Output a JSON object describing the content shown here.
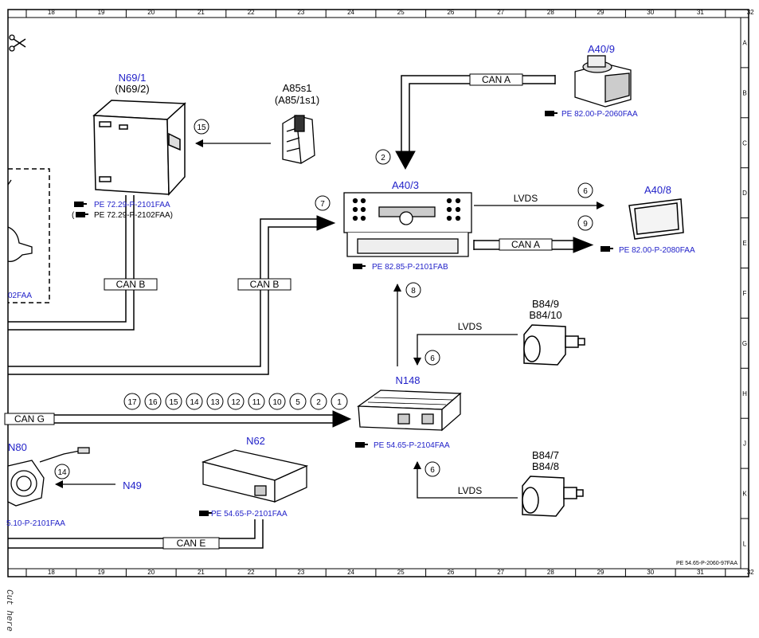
{
  "grid": {
    "columns": [
      "18",
      "19",
      "20",
      "21",
      "22",
      "23",
      "24",
      "25",
      "26",
      "27",
      "28",
      "29",
      "30",
      "31",
      "32"
    ],
    "rows": [
      "A",
      "B",
      "C",
      "D",
      "E",
      "F",
      "G",
      "H",
      "J",
      "K",
      "L"
    ]
  },
  "components": {
    "n69_1": {
      "name": "N69/1",
      "alt": "(N69/2)",
      "ref1": "PE 72.29-P-2101FAA",
      "ref2": "PE 72.29-P-2102FAA)",
      "ref2_prefix": "("
    },
    "a85s1": {
      "name": "A85s1",
      "alt": "(A85/1s1)"
    },
    "a40_9": {
      "name": "A40/9",
      "ref": "PE 82.00-P-2060FAA"
    },
    "a40_3": {
      "name": "A40/3",
      "ref": "PE 82.85-P-2101FAB"
    },
    "a40_8": {
      "name": "A40/8",
      "ref": "PE 82.00-P-2080FAA"
    },
    "n148": {
      "name": "N148",
      "ref": "PE 54.65-P-2104FAA"
    },
    "b84_9": {
      "name1": "B84/9",
      "name2": "B84/10"
    },
    "b84_7": {
      "name1": "B84/7",
      "name2": "B84/8"
    },
    "n62": {
      "name": "N62",
      "ref": "PE 54.65-P-2101FAA"
    },
    "n80": {
      "name": "N80",
      "ref": "5.10-P-2101FAA"
    },
    "n49": {
      "name": "N49"
    },
    "left_box": {
      "ref": "02FAA"
    }
  },
  "buses": {
    "can_a_top": "CAN A",
    "can_a_right": "CAN A",
    "can_b_left": "CAN B",
    "can_b_mid": "CAN B",
    "can_g": "CAN G",
    "can_e": "CAN E",
    "lvds_top": "LVDS",
    "lvds_cam1": "LVDS",
    "lvds_cam2": "LVDS"
  },
  "callouts": {
    "c15": "15",
    "c2": "2",
    "c7": "7",
    "c6a": "6",
    "c9": "9",
    "c8": "8",
    "c6b": "6",
    "c6c": "6",
    "c14": "14",
    "can_g_row": [
      "17",
      "16",
      "15",
      "14",
      "13",
      "12",
      "11",
      "10",
      "5",
      "2",
      "1"
    ]
  },
  "footer": {
    "doc_id": "PE 54.65-P-2060-97FAA",
    "cut_text": "Cut here"
  }
}
